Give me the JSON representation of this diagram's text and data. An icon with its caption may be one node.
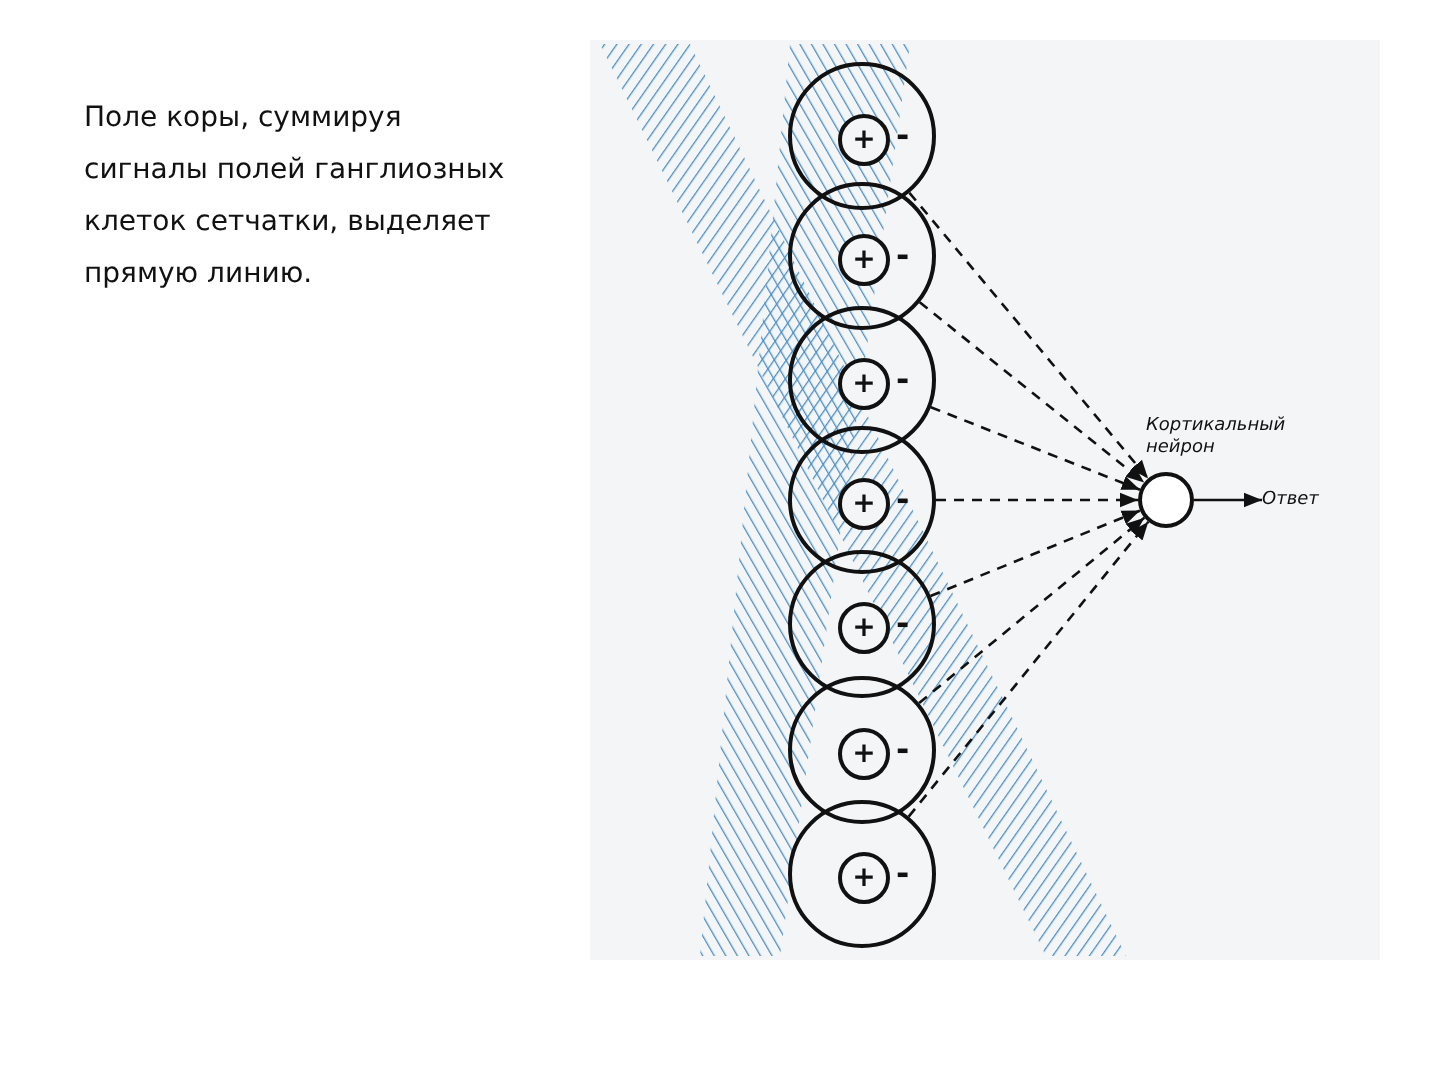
{
  "diagram": {
    "nodes": [
      {
        "text": [
          "-"
        ]
      },
      {
        "text": [
          "+"
        ],
        "in": 0
      },
      {
        "text": [
          "-"
        ]
      },
      {
        "text": [
          "+"
        ],
        "in": 2
      },
      {
        "text": [
          "-"
        ]
      },
      {
        "text": [
          "+"
        ],
        "in": 4
      },
      {
        "text": [
          "-"
        ]
      },
      {
        "text": [
          "+"
        ],
        "in": 6
      },
      {
        "text": [
          "-"
        ]
      },
      {
        "text": [
          "+"
        ],
        "in": 8
      },
      {
        "text": [
          "-"
        ]
      },
      {
        "text": [
          "+"
        ],
        "in": 10
      },
      {
        "text": [
          "-"
        ]
      },
      {
        "text": [
          "+"
        ],
        "in": 12
      },
      {
        "text": [],
        "shape": "circle",
        "beside": [
          "Кортикальный нейрон"
        ]
      },
      {
        "text": [
          "Ответ"
        ]
      }
    ],
    "edges": [
      {
        "from": 0,
        "to": 14,
        "arrow": "to",
        "style": "dashed"
      },
      {
        "from": 2,
        "to": 14,
        "arrow": "to",
        "style": "dashed"
      },
      {
        "from": 4,
        "to": 14,
        "arrow": "to",
        "style": "dashed"
      },
      {
        "from": 6,
        "to": 14,
        "arrow": "to",
        "style": "dashed"
      },
      {
        "from": 8,
        "to": 14,
        "arrow": "to",
        "style": "dashed"
      },
      {
        "from": 10,
        "to": 14,
        "arrow": "to",
        "style": "dashed"
      },
      {
        "from": 12,
        "to": 14,
        "arrow": "to",
        "style": "dashed"
      },
      {
        "from": 14,
        "to": 15,
        "arrow": "to"
      }
    ],
    "labels": [
      "Поле коры, суммируя сигналы полей ганглиозных клеток сетчатки, выделяет прямую линию."
    ]
  }
}
